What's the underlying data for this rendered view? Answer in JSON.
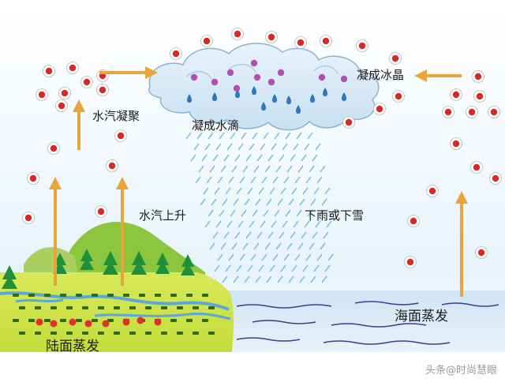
{
  "labels": {
    "vapor_condense": "水汽凝聚",
    "form_droplets": "凝成水滴",
    "form_ice": "凝成冰晶",
    "vapor_rise": "水汽上升",
    "rain_snow": "下雨或下雪",
    "sea_evap": "海面蒸发",
    "land_evap": "陆面蒸发"
  },
  "watermark": "头条@时尚慧眼"
}
